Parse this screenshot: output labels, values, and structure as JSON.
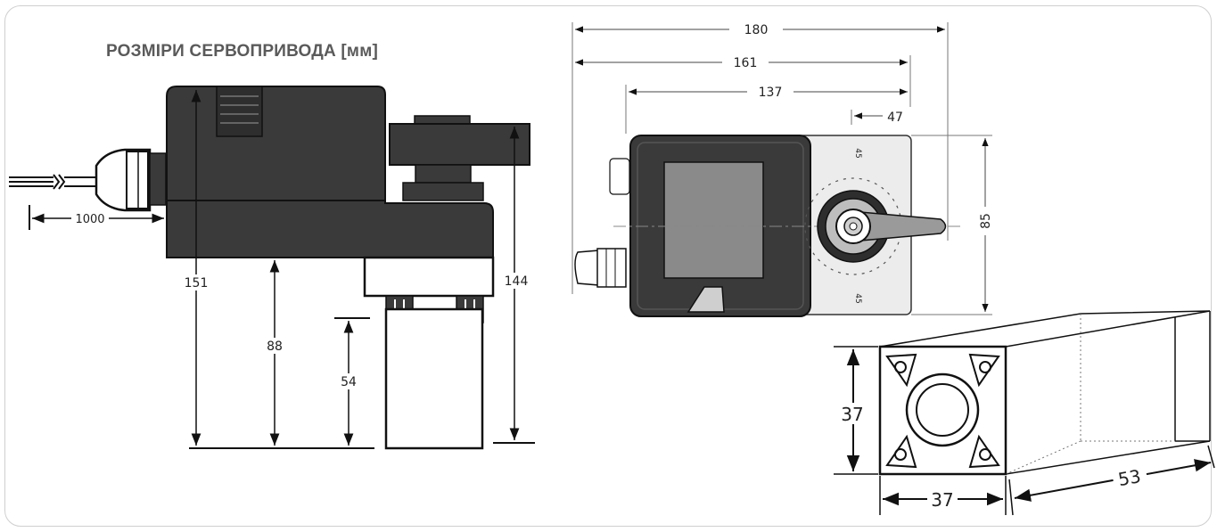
{
  "title": "РОЗМІРИ СЕРВОПРИВОДА [мм]",
  "side_view": {
    "dim_cable": "1000",
    "dim_total_height": "151",
    "dim_base_to_bottom": "88",
    "dim_shaft_height": "54",
    "dim_lever_height": "144"
  },
  "top_view": {
    "dim_length_180": "180",
    "dim_length_161": "161",
    "dim_length_137": "137",
    "dim_shaft_offset": "47",
    "dim_depth": "85",
    "scale_mark_top": "45",
    "scale_mark_bottom": "45"
  },
  "shaft_view": {
    "dim_height": "37",
    "dim_width": "37",
    "dim_length": "53"
  },
  "colors": {
    "body": "#3a3a3a",
    "body_dark": "#2a2a2a",
    "line": "#111111",
    "frame": "#cfcfcf",
    "title": "#5a5a5a"
  }
}
